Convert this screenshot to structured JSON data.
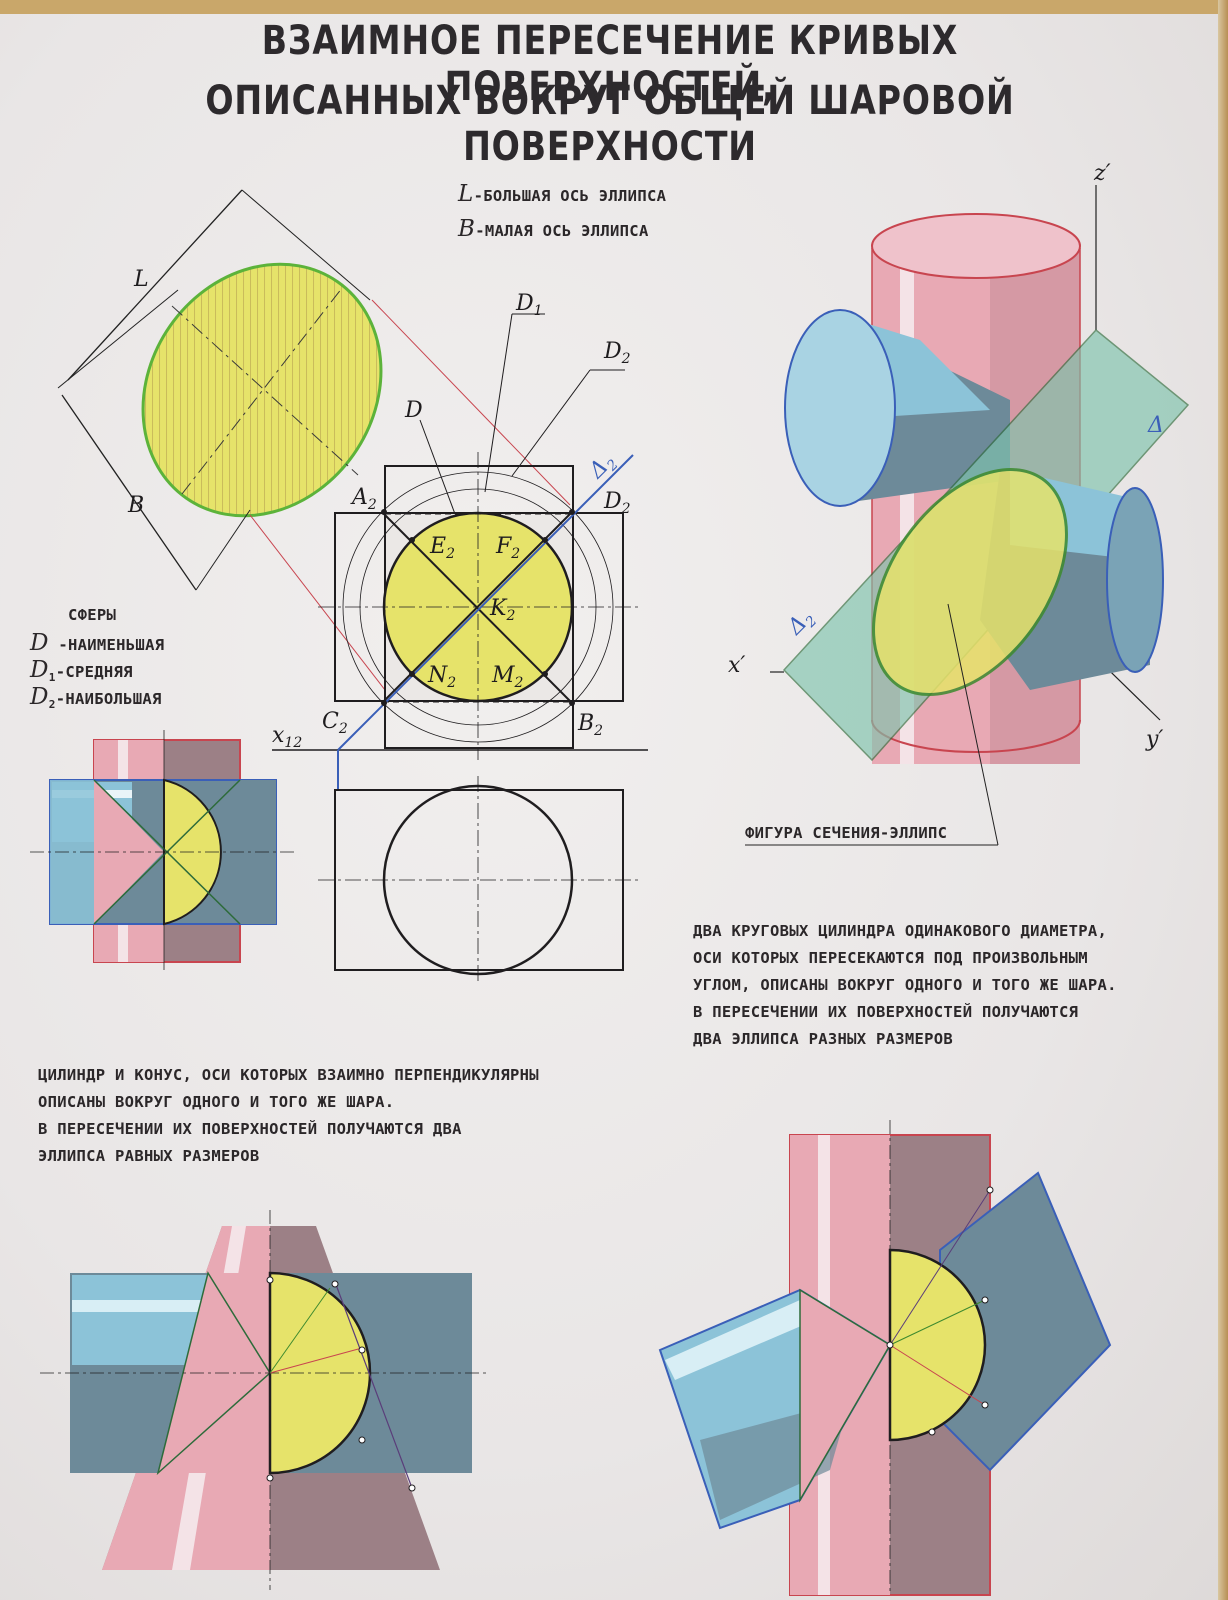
{
  "title": {
    "line1": "ВЗАИМНОЕ ПЕРЕСЕЧЕНИЕ КРИВЫХ ПОВЕРХНОСТЕЙ,",
    "line2": "ОПИСАННЫХ ВОКРУГ ОБЩЕЙ ШАРОВОЙ ПОВЕРХНОСТИ"
  },
  "axis_legend": {
    "l_symbol": "L",
    "l_text": "-БОЛЬШАЯ ОСЬ ЭЛЛИПСА",
    "b_symbol": "B",
    "b_text": "-МАЛАЯ ОСЬ ЭЛЛИПСА"
  },
  "spheres": {
    "heading": "СФЕРЫ",
    "items": [
      {
        "symbol": "D",
        "text": " -НАИМЕНЬШАЯ"
      },
      {
        "symbol": "D",
        "sub": "1",
        "text": "-СРЕДНЯЯ"
      },
      {
        "symbol": "D",
        "sub": "2",
        "text": "-НАИБОЛЬШАЯ"
      }
    ]
  },
  "labels": {
    "L": "L",
    "B": "B",
    "D": "D",
    "D1": "D",
    "D1_sub": "1",
    "D2": "D",
    "D2_sub": "2",
    "Delta2": "Δ",
    "Delta2_sub": "2",
    "A2": "A",
    "D2pt": "D",
    "E2": "E",
    "F2": "F",
    "K2": "K",
    "N2": "N",
    "M2": "M",
    "C2": "C",
    "B2": "B",
    "sub2": "2",
    "x12": "x",
    "x12_sub": "12",
    "z": "z′",
    "x": "x′",
    "y": "y′",
    "Delta": "Δ",
    "Delta_r": "Δ",
    "Delta_r_sub": "2"
  },
  "section_caption": "ФИГУРА СЕЧЕНИЯ-ЭЛЛИПС",
  "cylinders_text": [
    "ДВА КРУГОВЫХ ЦИЛИНДРА ОДИНАКОВОГО ДИАМЕТРА,",
    "ОСИ КОТОРЫХ ПЕРЕСЕКАЮТСЯ ПОД ПРОИЗВОЛЬНЫМ",
    "УГЛОМ, ОПИСАНЫ ВОКРУГ ОДНОГО И ТОГО ЖЕ ШАРА.",
    "В ПЕРЕСЕЧЕНИИ ИХ ПОВЕРХНОСТЕЙ ПОЛУЧАЮТСЯ",
    "ДВА ЭЛЛИПСА РАЗНЫХ РАЗМЕРОВ"
  ],
  "cone_text": [
    "ЦИЛИНДР И КОНУС, ОСИ КОТОРЫХ ВЗАИМНО ПЕРПЕНДИКУЛЯРНЫ",
    "ОПИСАНЫ ВОКРУГ ОДНОГО И ТОГО ЖЕ ШАРА.",
    "В ПЕРЕСЕЧЕНИИ ИХ ПОВЕРХНОСТЕЙ ПОЛУЧАЮТСЯ  ДВА",
    "ЭЛЛИПСА РАВНЫХ РАЗМЕРОВ"
  ],
  "colors": {
    "pink": "#e8a9b4",
    "blue": "#8cc3d8",
    "slate": "#6d8a99",
    "mauve": "#9c8086",
    "yellow": "#e6e36a",
    "green": "#7fc4ad",
    "outline_red": "#c8454f",
    "outline_blue": "#3a5fb8"
  }
}
